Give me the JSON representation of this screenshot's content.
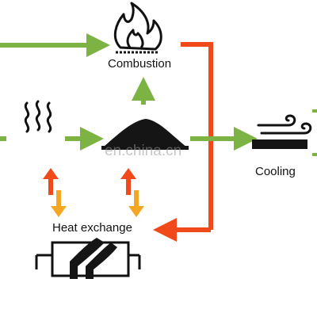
{
  "labels": {
    "combustion": "Combustion",
    "cooling": "Cooling",
    "heat_exchange": "Heat exchange"
  },
  "watermark": "en.china.cn",
  "colors": {
    "green_arrow": "#7cb342",
    "red_arrow": "#f04a1a",
    "orange_arrow": "#f5a623",
    "icon_black": "#111111"
  },
  "icons": [
    "flame-icon",
    "heat-waves-icon",
    "coal-pile-icon",
    "wind-icon",
    "heat-exchanger-icon"
  ]
}
